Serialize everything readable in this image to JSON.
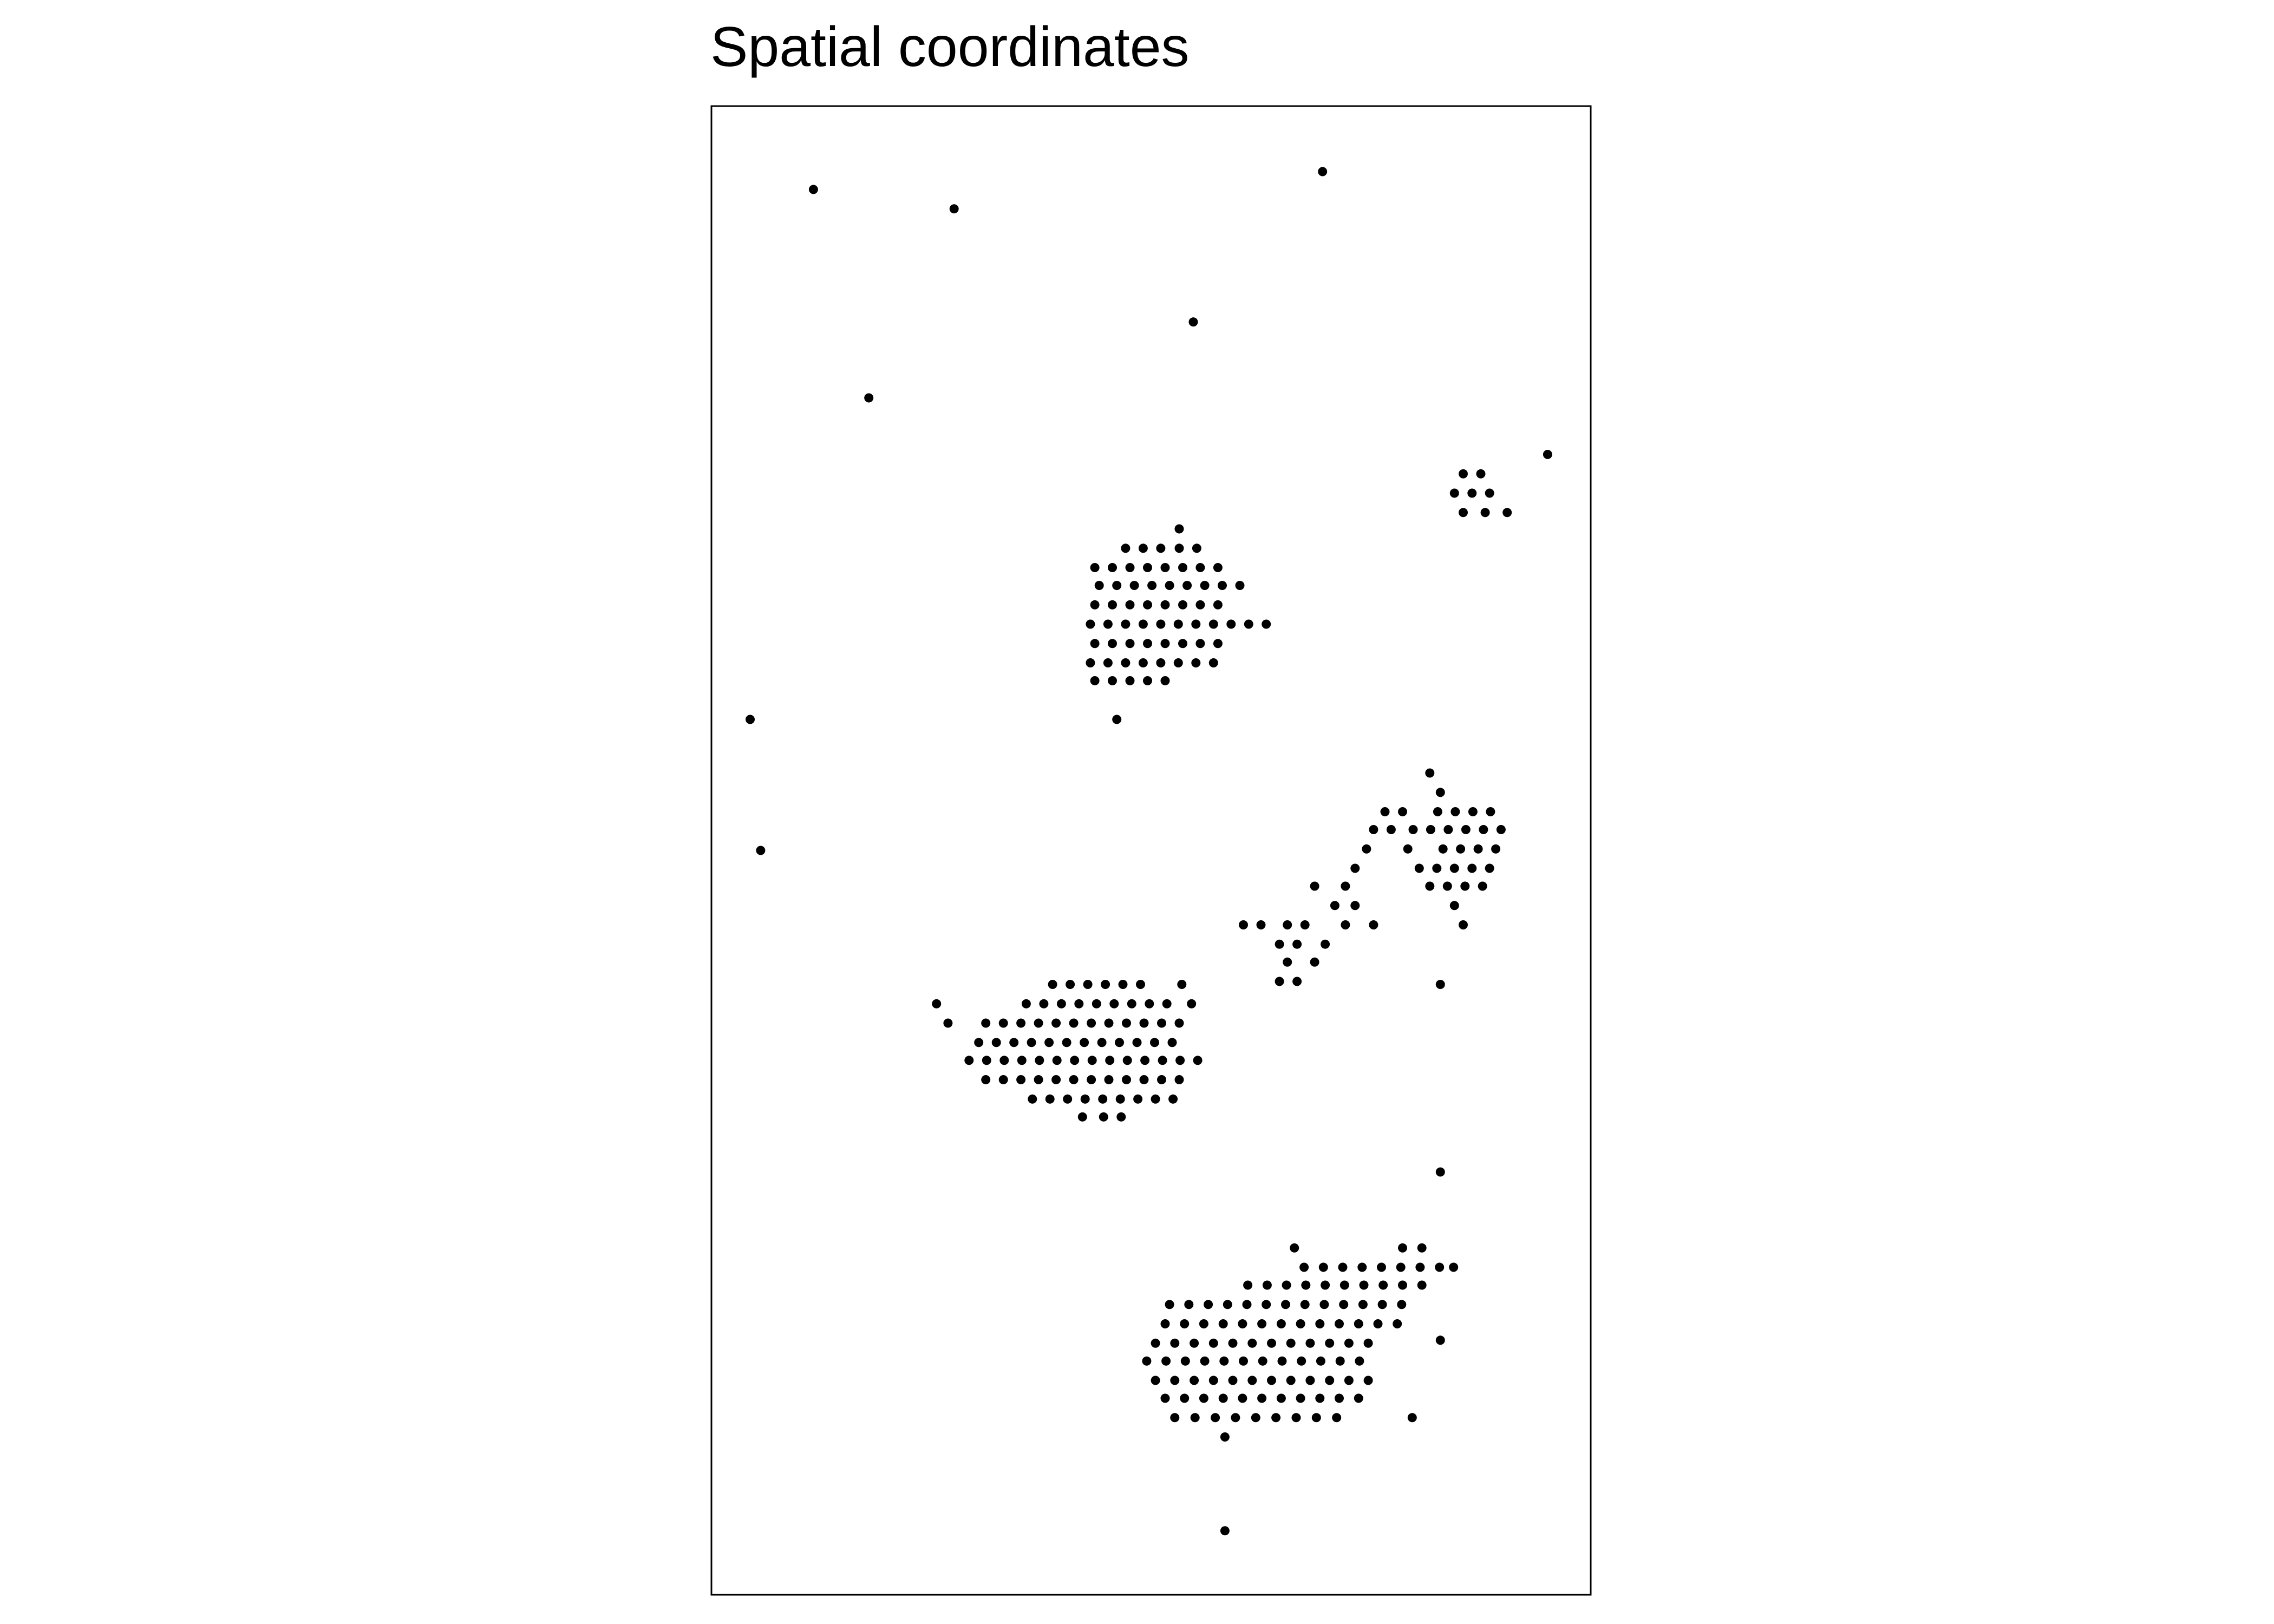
{
  "chart_data": {
    "type": "scatter",
    "title": "Spatial coordinates",
    "xlabel": "",
    "ylabel": "",
    "xlim": [
      0,
      100
    ],
    "ylim": [
      0,
      100
    ],
    "grid": false,
    "axes_visible": false,
    "legend": "none",
    "point_color": "#000000",
    "series": [
      {
        "points": [
          [
            11.6,
            94.4
          ],
          [
            27.6,
            93.1
          ],
          [
            69.5,
            95.6
          ],
          [
            54.8,
            85.5
          ],
          [
            17.9,
            80.4
          ],
          [
            95.1,
            76.6
          ],
          [
            4.4,
            58.8
          ],
          [
            46.1,
            58.8
          ],
          [
            5.6,
            50.0
          ],
          [
            82.9,
            41.0
          ],
          [
            82.9,
            28.4
          ],
          [
            82.9,
            17.1
          ],
          [
            58.4,
            4.3
          ],
          [
            53.2,
            71.6
          ],
          [
            47.1,
            70.3
          ],
          [
            49.1,
            70.3
          ],
          [
            51.1,
            70.3
          ],
          [
            53.2,
            70.3
          ],
          [
            55.2,
            70.3
          ],
          [
            43.6,
            69.0
          ],
          [
            45.6,
            69.0
          ],
          [
            47.6,
            69.0
          ],
          [
            49.6,
            69.0
          ],
          [
            51.6,
            69.0
          ],
          [
            53.6,
            69.0
          ],
          [
            55.6,
            69.0
          ],
          [
            57.6,
            69.0
          ],
          [
            44.1,
            67.8
          ],
          [
            46.1,
            67.8
          ],
          [
            48.1,
            67.8
          ],
          [
            50.1,
            67.8
          ],
          [
            52.1,
            67.8
          ],
          [
            54.1,
            67.8
          ],
          [
            56.1,
            67.8
          ],
          [
            58.1,
            67.8
          ],
          [
            60.1,
            67.8
          ],
          [
            43.6,
            66.5
          ],
          [
            45.6,
            66.5
          ],
          [
            47.6,
            66.5
          ],
          [
            49.6,
            66.5
          ],
          [
            51.6,
            66.5
          ],
          [
            53.6,
            66.5
          ],
          [
            55.6,
            66.5
          ],
          [
            57.6,
            66.5
          ],
          [
            43.1,
            65.2
          ],
          [
            45.1,
            65.2
          ],
          [
            47.1,
            65.2
          ],
          [
            49.1,
            65.2
          ],
          [
            51.1,
            65.2
          ],
          [
            53.1,
            65.2
          ],
          [
            55.1,
            65.2
          ],
          [
            57.1,
            65.2
          ],
          [
            59.1,
            65.2
          ],
          [
            61.1,
            65.2
          ],
          [
            63.1,
            65.2
          ],
          [
            43.6,
            63.9
          ],
          [
            45.6,
            63.9
          ],
          [
            47.6,
            63.9
          ],
          [
            49.6,
            63.9
          ],
          [
            51.6,
            63.9
          ],
          [
            53.6,
            63.9
          ],
          [
            55.6,
            63.9
          ],
          [
            57.6,
            63.9
          ],
          [
            43.1,
            62.6
          ],
          [
            45.1,
            62.6
          ],
          [
            47.1,
            62.6
          ],
          [
            49.1,
            62.6
          ],
          [
            51.1,
            62.6
          ],
          [
            53.1,
            62.6
          ],
          [
            55.1,
            62.6
          ],
          [
            57.1,
            62.6
          ],
          [
            43.6,
            61.4
          ],
          [
            45.6,
            61.4
          ],
          [
            47.6,
            61.4
          ],
          [
            49.6,
            61.4
          ],
          [
            51.6,
            61.4
          ],
          [
            85.5,
            75.3
          ],
          [
            87.5,
            75.3
          ],
          [
            84.5,
            74.0
          ],
          [
            86.5,
            74.0
          ],
          [
            88.5,
            74.0
          ],
          [
            85.5,
            72.7
          ],
          [
            88.0,
            72.7
          ],
          [
            90.5,
            72.7
          ],
          [
            81.7,
            55.2
          ],
          [
            82.9,
            53.9
          ],
          [
            76.6,
            52.6
          ],
          [
            78.6,
            52.6
          ],
          [
            82.6,
            52.6
          ],
          [
            84.6,
            52.6
          ],
          [
            86.6,
            52.6
          ],
          [
            88.6,
            52.6
          ],
          [
            75.3,
            51.4
          ],
          [
            77.3,
            51.4
          ],
          [
            79.8,
            51.4
          ],
          [
            81.8,
            51.4
          ],
          [
            83.8,
            51.4
          ],
          [
            85.8,
            51.4
          ],
          [
            87.8,
            51.4
          ],
          [
            89.8,
            51.4
          ],
          [
            74.5,
            50.1
          ],
          [
            79.2,
            50.1
          ],
          [
            83.2,
            50.1
          ],
          [
            85.2,
            50.1
          ],
          [
            87.2,
            50.1
          ],
          [
            89.2,
            50.1
          ],
          [
            73.2,
            48.8
          ],
          [
            80.5,
            48.8
          ],
          [
            82.5,
            48.8
          ],
          [
            84.5,
            48.8
          ],
          [
            86.5,
            48.8
          ],
          [
            88.5,
            48.8
          ],
          [
            68.6,
            47.6
          ],
          [
            72.1,
            47.6
          ],
          [
            81.7,
            47.6
          ],
          [
            83.7,
            47.6
          ],
          [
            85.7,
            47.6
          ],
          [
            87.7,
            47.6
          ],
          [
            70.9,
            46.3
          ],
          [
            73.2,
            46.3
          ],
          [
            84.5,
            46.3
          ],
          [
            60.5,
            45.0
          ],
          [
            62.5,
            45.0
          ],
          [
            65.5,
            45.0
          ],
          [
            67.5,
            45.0
          ],
          [
            72.1,
            45.0
          ],
          [
            75.3,
            45.0
          ],
          [
            85.5,
            45.0
          ],
          [
            64.6,
            43.7
          ],
          [
            66.6,
            43.7
          ],
          [
            69.8,
            43.7
          ],
          [
            65.5,
            42.5
          ],
          [
            68.6,
            42.5
          ],
          [
            64.6,
            41.2
          ],
          [
            66.6,
            41.2
          ],
          [
            38.8,
            41.0
          ],
          [
            40.8,
            41.0
          ],
          [
            42.8,
            41.0
          ],
          [
            44.8,
            41.0
          ],
          [
            46.8,
            41.0
          ],
          [
            48.8,
            41.0
          ],
          [
            53.5,
            41.0
          ],
          [
            25.6,
            39.7
          ],
          [
            35.8,
            39.7
          ],
          [
            37.8,
            39.7
          ],
          [
            39.8,
            39.7
          ],
          [
            41.8,
            39.7
          ],
          [
            43.8,
            39.7
          ],
          [
            45.8,
            39.7
          ],
          [
            47.8,
            39.7
          ],
          [
            49.8,
            39.7
          ],
          [
            51.8,
            39.7
          ],
          [
            54.6,
            39.7
          ],
          [
            26.9,
            38.4
          ],
          [
            31.2,
            38.4
          ],
          [
            33.2,
            38.4
          ],
          [
            35.2,
            38.4
          ],
          [
            37.2,
            38.4
          ],
          [
            39.2,
            38.4
          ],
          [
            41.2,
            38.4
          ],
          [
            43.2,
            38.4
          ],
          [
            45.2,
            38.4
          ],
          [
            47.2,
            38.4
          ],
          [
            49.2,
            38.4
          ],
          [
            51.2,
            38.4
          ],
          [
            53.2,
            38.4
          ],
          [
            30.4,
            37.1
          ],
          [
            32.4,
            37.1
          ],
          [
            34.4,
            37.1
          ],
          [
            36.4,
            37.1
          ],
          [
            38.4,
            37.1
          ],
          [
            40.4,
            37.1
          ],
          [
            42.4,
            37.1
          ],
          [
            44.4,
            37.1
          ],
          [
            46.4,
            37.1
          ],
          [
            48.4,
            37.1
          ],
          [
            50.4,
            37.1
          ],
          [
            52.4,
            37.1
          ],
          [
            29.3,
            35.9
          ],
          [
            31.3,
            35.9
          ],
          [
            33.3,
            35.9
          ],
          [
            35.3,
            35.9
          ],
          [
            37.3,
            35.9
          ],
          [
            39.3,
            35.9
          ],
          [
            41.3,
            35.9
          ],
          [
            43.3,
            35.9
          ],
          [
            45.3,
            35.9
          ],
          [
            47.3,
            35.9
          ],
          [
            49.3,
            35.9
          ],
          [
            51.3,
            35.9
          ],
          [
            53.3,
            35.9
          ],
          [
            55.3,
            35.9
          ],
          [
            31.2,
            34.6
          ],
          [
            33.2,
            34.6
          ],
          [
            35.2,
            34.6
          ],
          [
            37.2,
            34.6
          ],
          [
            39.2,
            34.6
          ],
          [
            41.2,
            34.6
          ],
          [
            43.2,
            34.6
          ],
          [
            45.2,
            34.6
          ],
          [
            47.2,
            34.6
          ],
          [
            49.2,
            34.6
          ],
          [
            51.2,
            34.6
          ],
          [
            53.2,
            34.6
          ],
          [
            36.5,
            33.3
          ],
          [
            38.5,
            33.3
          ],
          [
            40.5,
            33.3
          ],
          [
            42.5,
            33.3
          ],
          [
            44.5,
            33.3
          ],
          [
            46.5,
            33.3
          ],
          [
            48.5,
            33.3
          ],
          [
            50.5,
            33.3
          ],
          [
            52.5,
            33.3
          ],
          [
            42.2,
            32.1
          ],
          [
            44.6,
            32.1
          ],
          [
            46.6,
            32.1
          ],
          [
            66.3,
            23.3
          ],
          [
            78.6,
            23.3
          ],
          [
            80.8,
            23.3
          ],
          [
            67.4,
            22.0
          ],
          [
            69.6,
            22.0
          ],
          [
            71.8,
            22.0
          ],
          [
            74.0,
            22.0
          ],
          [
            76.2,
            22.0
          ],
          [
            78.4,
            22.0
          ],
          [
            80.6,
            22.0
          ],
          [
            82.8,
            22.0
          ],
          [
            84.4,
            22.0
          ],
          [
            61.0,
            20.8
          ],
          [
            63.2,
            20.8
          ],
          [
            65.4,
            20.8
          ],
          [
            67.6,
            20.8
          ],
          [
            69.8,
            20.8
          ],
          [
            72.0,
            20.8
          ],
          [
            74.2,
            20.8
          ],
          [
            76.4,
            20.8
          ],
          [
            78.6,
            20.8
          ],
          [
            80.8,
            20.8
          ],
          [
            52.1,
            19.5
          ],
          [
            54.3,
            19.5
          ],
          [
            56.5,
            19.5
          ],
          [
            58.7,
            19.5
          ],
          [
            60.9,
            19.5
          ],
          [
            63.1,
            19.5
          ],
          [
            65.3,
            19.5
          ],
          [
            67.5,
            19.5
          ],
          [
            69.7,
            19.5
          ],
          [
            71.9,
            19.5
          ],
          [
            74.1,
            19.5
          ],
          [
            76.3,
            19.5
          ],
          [
            78.5,
            19.5
          ],
          [
            51.6,
            18.2
          ],
          [
            53.8,
            18.2
          ],
          [
            56.0,
            18.2
          ],
          [
            58.2,
            18.2
          ],
          [
            60.4,
            18.2
          ],
          [
            62.6,
            18.2
          ],
          [
            64.8,
            18.2
          ],
          [
            67.0,
            18.2
          ],
          [
            69.2,
            18.2
          ],
          [
            71.4,
            18.2
          ],
          [
            73.6,
            18.2
          ],
          [
            75.8,
            18.2
          ],
          [
            78.0,
            18.2
          ],
          [
            50.5,
            16.9
          ],
          [
            52.7,
            16.9
          ],
          [
            54.9,
            16.9
          ],
          [
            57.1,
            16.9
          ],
          [
            59.3,
            16.9
          ],
          [
            61.5,
            16.9
          ],
          [
            63.7,
            16.9
          ],
          [
            65.9,
            16.9
          ],
          [
            68.1,
            16.9
          ],
          [
            70.3,
            16.9
          ],
          [
            72.5,
            16.9
          ],
          [
            74.7,
            16.9
          ],
          [
            49.5,
            15.7
          ],
          [
            51.7,
            15.7
          ],
          [
            53.9,
            15.7
          ],
          [
            56.1,
            15.7
          ],
          [
            58.3,
            15.7
          ],
          [
            60.5,
            15.7
          ],
          [
            62.7,
            15.7
          ],
          [
            64.9,
            15.7
          ],
          [
            67.1,
            15.7
          ],
          [
            69.3,
            15.7
          ],
          [
            71.5,
            15.7
          ],
          [
            73.7,
            15.7
          ],
          [
            50.5,
            14.4
          ],
          [
            52.7,
            14.4
          ],
          [
            54.9,
            14.4
          ],
          [
            57.1,
            14.4
          ],
          [
            59.3,
            14.4
          ],
          [
            61.5,
            14.4
          ],
          [
            63.7,
            14.4
          ],
          [
            65.9,
            14.4
          ],
          [
            68.1,
            14.4
          ],
          [
            70.3,
            14.4
          ],
          [
            72.5,
            14.4
          ],
          [
            74.7,
            14.4
          ],
          [
            51.6,
            13.2
          ],
          [
            53.8,
            13.2
          ],
          [
            56.0,
            13.2
          ],
          [
            58.2,
            13.2
          ],
          [
            60.4,
            13.2
          ],
          [
            62.6,
            13.2
          ],
          [
            64.8,
            13.2
          ],
          [
            67.0,
            13.2
          ],
          [
            69.2,
            13.2
          ],
          [
            71.4,
            13.2
          ],
          [
            73.6,
            13.2
          ],
          [
            52.7,
            11.9
          ],
          [
            55.0,
            11.9
          ],
          [
            57.3,
            11.9
          ],
          [
            59.6,
            11.9
          ],
          [
            61.9,
            11.9
          ],
          [
            64.2,
            11.9
          ],
          [
            66.5,
            11.9
          ],
          [
            68.8,
            11.9
          ],
          [
            71.1,
            11.9
          ],
          [
            79.7,
            11.9
          ],
          [
            58.4,
            10.6
          ]
        ]
      }
    ]
  }
}
